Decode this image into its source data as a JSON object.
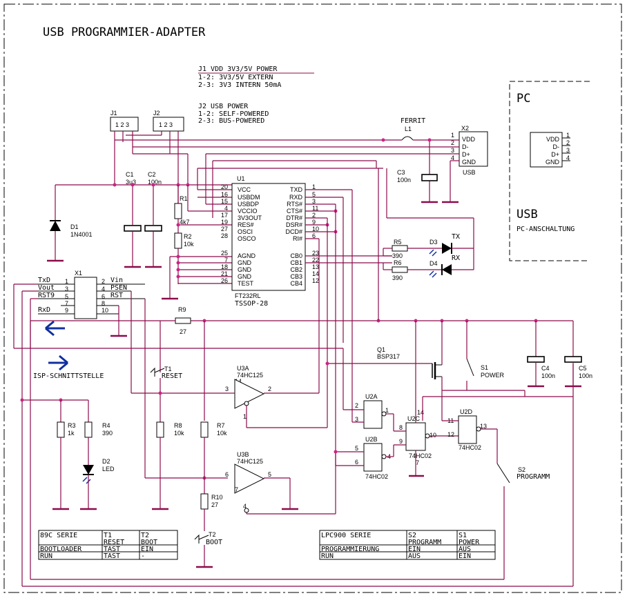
{
  "title": "USB PROGRAMMIER-ADAPTER",
  "notes": {
    "j1": [
      "J1 VDD 3V3/5V POWER",
      "1-2:  3V3/5V EXTERN",
      "2-3:  3V3 INTERN 50mA"
    ],
    "j2": [
      "J2 USB POWER",
      "1-2:  SELF-POWERED",
      "2-3:  BUS-POWERED"
    ]
  },
  "pc_box": {
    "label": "PC",
    "usb": "USB",
    "sub": "PC-ANSCHALTUNG",
    "pins": [
      "VDD",
      "D-",
      "D+",
      "GND"
    ],
    "nums": [
      "1",
      "2",
      "3",
      "4"
    ]
  },
  "x2": {
    "ref": "X2",
    "name": "USB",
    "pins": [
      "VDD",
      "D-",
      "D+",
      "GND"
    ],
    "nums": [
      "1",
      "2",
      "3",
      "4"
    ]
  },
  "ferrit": {
    "label": "FERRIT",
    "ref": "L1"
  },
  "c3": {
    "ref": "C3",
    "val": "100n"
  },
  "jumpers": {
    "j1": "J1",
    "j2": "J2",
    "pins": "1 2 3"
  },
  "c1": {
    "ref": "C1",
    "val": "3u3"
  },
  "c2": {
    "ref": "C2",
    "val": "100n"
  },
  "d1": {
    "ref": "D1",
    "val": "1N4001"
  },
  "r1": {
    "ref": "R1",
    "val": "4k7"
  },
  "r2": {
    "ref": "R2",
    "val": "10k"
  },
  "u1": {
    "ref": "U1",
    "name": "FT232RL",
    "pkg": "TSSOP-28",
    "left": [
      [
        "20",
        "VCC"
      ],
      [
        "16",
        "USBDM"
      ],
      [
        "15",
        "USBDP"
      ],
      [
        "4",
        "VCCIO"
      ],
      [
        "17",
        "3V3OUT"
      ],
      [
        "19",
        "RES#"
      ],
      [
        "27",
        "OSCI"
      ],
      [
        "28",
        "OSCO"
      ],
      [
        "25",
        "AGND"
      ],
      [
        "7",
        "GND"
      ],
      [
        "18",
        "GND"
      ],
      [
        "21",
        "GND"
      ],
      [
        "26",
        "TEST"
      ]
    ],
    "right": [
      [
        "1",
        "TXD"
      ],
      [
        "5",
        "RXD"
      ],
      [
        "3",
        "RTS#"
      ],
      [
        "11",
        "CTS#"
      ],
      [
        "2",
        "DTR#"
      ],
      [
        "9",
        "DSR#"
      ],
      [
        "10",
        "DCD#"
      ],
      [
        "6",
        "RI#"
      ],
      [
        "23",
        "CB0"
      ],
      [
        "22",
        "CB1"
      ],
      [
        "13",
        "CB2"
      ],
      [
        "14",
        "CB3"
      ],
      [
        "12",
        "CB4"
      ]
    ]
  },
  "leds": {
    "r5": "R5",
    "r5v": "390",
    "r6": "R6",
    "r6v": "390",
    "d3": "D3",
    "d4": "D4",
    "tx": "TX",
    "rx": "RX"
  },
  "x1": {
    "ref": "X1",
    "left": [
      [
        "TxD",
        "1"
      ],
      [
        "Vout",
        "3"
      ],
      [
        "RST9",
        "5"
      ],
      [
        "",
        "7"
      ],
      [
        "RxD",
        "9"
      ]
    ],
    "right": [
      [
        "2",
        "Vin"
      ],
      [
        "4",
        "PSEN"
      ],
      [
        "6",
        "RST"
      ],
      [
        "8",
        ""
      ],
      [
        "10",
        ""
      ]
    ]
  },
  "r9": {
    "ref": "R9",
    "val": "27"
  },
  "isp": "ISP-SCHNITTSTELLE",
  "t1": {
    "ref": "T1",
    "name": "RESET"
  },
  "t2": {
    "ref": "T2",
    "name": "BOOT"
  },
  "u3a": {
    "ref": "U3A",
    "name": "74HC125",
    "p14": "14",
    "p3": "3",
    "p2": "2",
    "p1": "1"
  },
  "u3b": {
    "ref": "U3B",
    "name": "74HC125",
    "p6": "6",
    "p5": "5",
    "p7": "7",
    "p4": "4"
  },
  "r3": {
    "ref": "R3",
    "val": "1k"
  },
  "r4": {
    "ref": "R4",
    "val": "390"
  },
  "d2": {
    "ref": "D2",
    "val": "LED"
  },
  "r8": {
    "ref": "R8",
    "val": "10k"
  },
  "r7": {
    "ref": "R7",
    "val": "10k"
  },
  "r10": {
    "ref": "R10",
    "val": "27"
  },
  "q1": {
    "ref": "Q1",
    "name": "BSP317"
  },
  "s1": {
    "ref": "S1",
    "name": "POWER"
  },
  "s2": {
    "ref": "S2",
    "name": "PROGRAMM"
  },
  "c4": {
    "ref": "C4",
    "val": "100n"
  },
  "c5": {
    "ref": "C5",
    "val": "100n"
  },
  "gates": {
    "u2a": {
      "ref": "U2A",
      "name": "74HC02",
      "a": "2",
      "b": "3",
      "o": "1"
    },
    "u2b": {
      "ref": "U2B",
      "name": "74HC02",
      "a": "5",
      "b": "6",
      "o": "4"
    },
    "u2c": {
      "ref": "U2C",
      "name": "74HC02",
      "a": "8",
      "b": "9",
      "o": "10",
      "v": "14",
      "g": "7"
    },
    "u2d": {
      "ref": "U2D",
      "name": "74HC02",
      "a": "11",
      "b": "12",
      "o": "13"
    }
  },
  "table1": [
    [
      "89C SERIE",
      "T1",
      "T2"
    ],
    [
      "",
      "RESET",
      "BOOT"
    ],
    [
      "BOOTLOADER",
      "TAST",
      "EIN"
    ],
    [
      "RUN",
      "TAST",
      "-"
    ]
  ],
  "table2": [
    [
      "LPC900 SERIE",
      "S2",
      "S1"
    ],
    [
      "",
      "PROGRAMM",
      "POWER"
    ],
    [
      "PROGRAMMIERUNG",
      "EIN",
      "AUS"
    ],
    [
      "RUN",
      "AUS",
      "EIN"
    ]
  ]
}
